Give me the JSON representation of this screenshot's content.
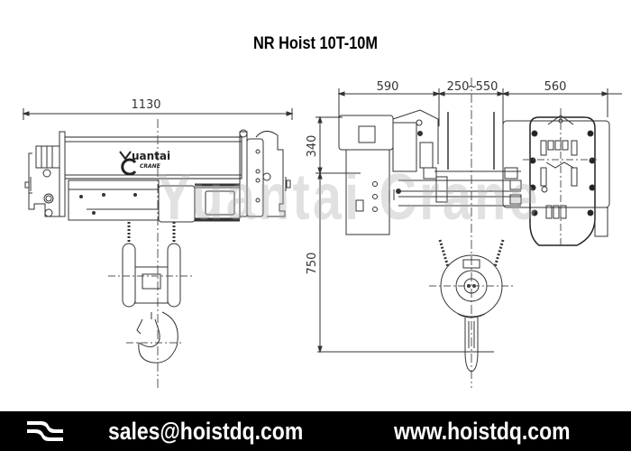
{
  "title": "NR Hoist 10T-10M",
  "drawing": {
    "front_view": {
      "width_dimension": "1130",
      "brand_logo_text": "uantai",
      "brand_logo_subtext": "CRANE"
    },
    "side_view": {
      "dimensions_top": [
        "590",
        "250",
        "550",
        "560"
      ],
      "dimension_separator": "~",
      "dimensions_left": [
        "340",
        "750"
      ]
    },
    "watermark": "Yuantai Crane"
  },
  "footer": {
    "logo_icon": "yuantai-logo-icon",
    "email": "sales@hoistdq.com",
    "website": "www.hoistdq.com",
    "background_color": "#000000",
    "text_color": "#ffffff"
  }
}
